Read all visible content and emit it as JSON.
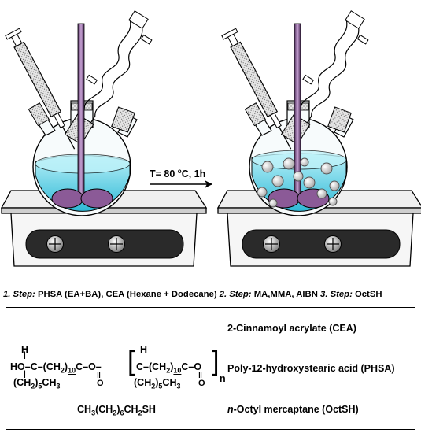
{
  "reaction": {
    "condition_temp": "T= 80",
    "condition_unit": "C, 1h",
    "degree": "o"
  },
  "steps": {
    "step1_label": "1. Step:",
    "step1_text": "PHSA (EA+BA), CEA (Hexane + Dodecane)",
    "step2_label": "2. Step:",
    "step2_text": "MA,MMA, AIBN",
    "step3_label": "3. Step:",
    "step3_text": "OctSH"
  },
  "legend": {
    "cea_name": "2-Cinnamoyl acrylate (CEA)",
    "phsa_name": "Poly-12-hydroxystearic acid (PHSA)",
    "octsh_name": "n-Octyl mercaptane (OctSH)",
    "octsh_prefix": "n",
    "octsh_rest": "-Octyl mercaptane (OctSH)",
    "octsh_formula": "CH3(CH2)6CH2SH",
    "phsa_subscripts": {
      "repeat": "10",
      "hexyl": "5",
      "n": "n"
    }
  },
  "colors": {
    "liquid": "#5ad2e6",
    "stirrer": "#7a4a86",
    "particle": "#d4d4d4"
  }
}
